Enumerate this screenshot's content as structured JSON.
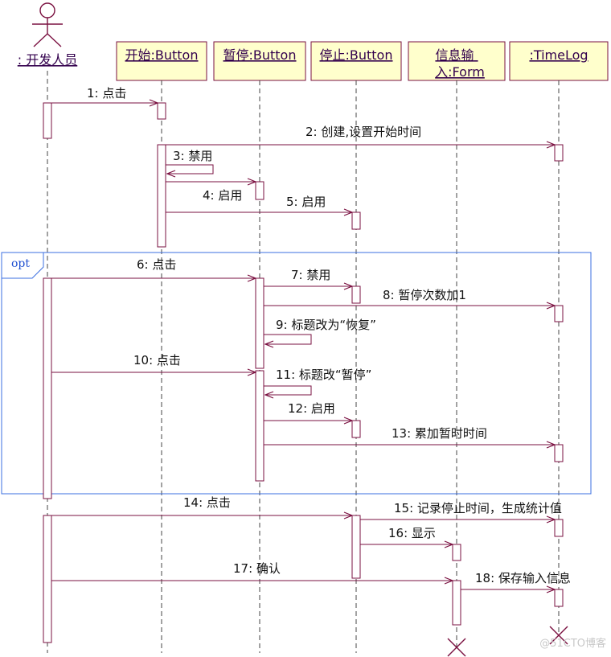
{
  "diagram": {
    "actor": {
      "label": ": 开发人员"
    },
    "objects": [
      {
        "id": "start",
        "label": "开始:Button"
      },
      {
        "id": "pause",
        "label": "暂停:Button"
      },
      {
        "id": "stop",
        "label": "停止:Button"
      },
      {
        "id": "form",
        "label": "信息输\n入:Form"
      },
      {
        "id": "timelog",
        "label": ":TimeLog"
      }
    ],
    "fragment": {
      "label": "opt"
    },
    "messages": [
      {
        "id": "m1",
        "label": "1: 点击"
      },
      {
        "id": "m2",
        "label": "2: 创建,设置开始时间"
      },
      {
        "id": "m3",
        "label": "3: 禁用"
      },
      {
        "id": "m4",
        "label": "4: 启用"
      },
      {
        "id": "m5",
        "label": "5: 启用"
      },
      {
        "id": "m6",
        "label": "6: 点击"
      },
      {
        "id": "m7",
        "label": "7: 禁用"
      },
      {
        "id": "m8",
        "label": "8: 暂停次数加1"
      },
      {
        "id": "m9",
        "label": "9: 标题改为“恢复”"
      },
      {
        "id": "m10",
        "label": "10: 点击"
      },
      {
        "id": "m11",
        "label": "11: 标题改“暂停”"
      },
      {
        "id": "m12",
        "label": "12: 启用"
      },
      {
        "id": "m13",
        "label": "13: 累加暂时时间"
      },
      {
        "id": "m14",
        "label": "14: 点击"
      },
      {
        "id": "m15",
        "label": "15: 记录停止时间，生成统计值"
      },
      {
        "id": "m16",
        "label": "16: 显示"
      },
      {
        "id": "m17",
        "label": "17: 确认"
      },
      {
        "id": "m18",
        "label": "18: 保存输入信息"
      }
    ],
    "watermark": "@51CTO博客",
    "colors": {
      "line": "#7a1040",
      "object_fill": "#ffffcc",
      "fragment": "#3b6fe0"
    }
  }
}
